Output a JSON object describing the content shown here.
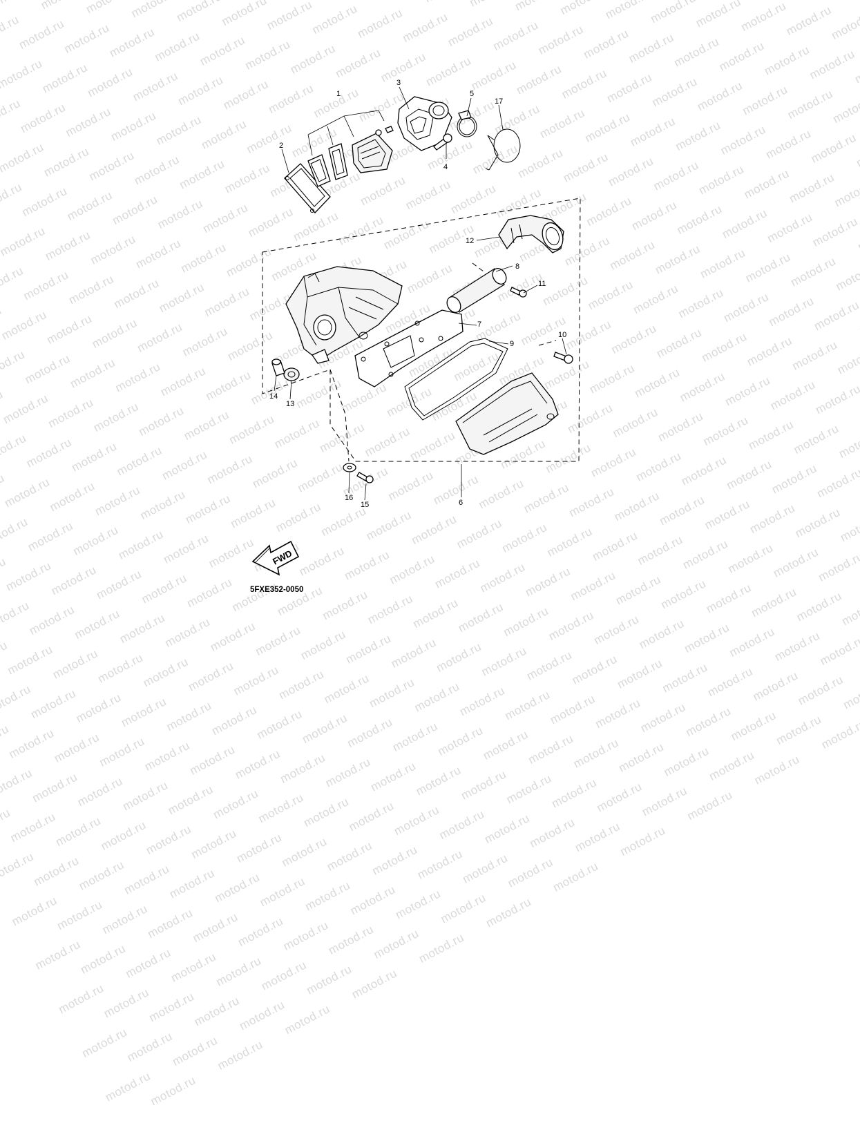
{
  "watermark": {
    "text": "motod.ru"
  },
  "diagram_code": "5FXE352-0050",
  "direction_marker": {
    "label": "FWD"
  },
  "callouts": [
    {
      "id": "callout-1",
      "label": "1"
    },
    {
      "id": "callout-2",
      "label": "2"
    },
    {
      "id": "callout-3",
      "label": "3"
    },
    {
      "id": "callout-4",
      "label": "4"
    },
    {
      "id": "callout-5",
      "label": "5"
    },
    {
      "id": "callout-6",
      "label": "6"
    },
    {
      "id": "callout-7",
      "label": "7"
    },
    {
      "id": "callout-8",
      "label": "8"
    },
    {
      "id": "callout-9",
      "label": "9"
    },
    {
      "id": "callout-10",
      "label": "10"
    },
    {
      "id": "callout-11",
      "label": "11"
    },
    {
      "id": "callout-12",
      "label": "12"
    },
    {
      "id": "callout-13",
      "label": "13"
    },
    {
      "id": "callout-14",
      "label": "14"
    },
    {
      "id": "callout-15",
      "label": "15"
    },
    {
      "id": "callout-16",
      "label": "16"
    },
    {
      "id": "callout-17",
      "label": "17"
    }
  ]
}
